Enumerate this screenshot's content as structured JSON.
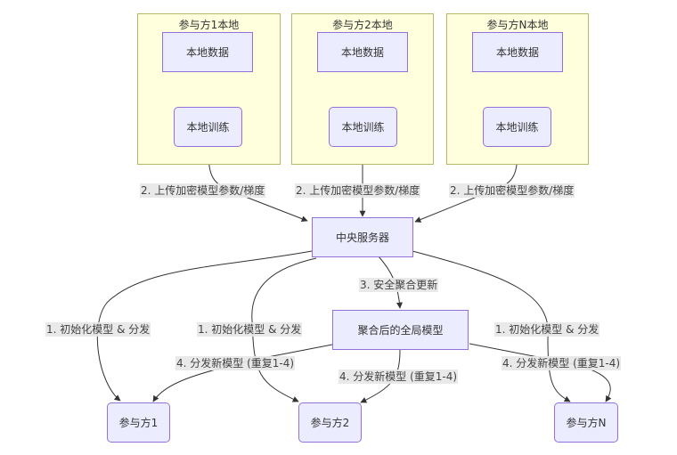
{
  "diagram": {
    "clusters": [
      {
        "id": "c1",
        "title": "参与方1本地",
        "data_node": "本地数据",
        "train_node": "本地训练"
      },
      {
        "id": "c2",
        "title": "参与方2本地",
        "data_node": "本地数据",
        "train_node": "本地训练"
      },
      {
        "id": "cN",
        "title": "参与方N本地",
        "data_node": "本地数据",
        "train_node": "本地训练"
      }
    ],
    "nodes": {
      "server": "中央服务器",
      "global_model": "聚合后的全局模型",
      "p1": "参与方1",
      "p2": "参与方2",
      "pN": "参与方N"
    },
    "edge_labels": {
      "upload": "2. 上传加密模型参数/梯度",
      "aggregate": "3. 安全聚合更新",
      "init": "1. 初始化模型 & 分发",
      "distribute": "4. 分发新模型 (重复1-4)"
    },
    "colors": {
      "node_fill": "#ececff",
      "node_border": "#9370db",
      "cluster_fill": "#ffffde",
      "cluster_border": "#b8b86a",
      "edge": "#333333",
      "label_bg": "#e8e8e8"
    }
  }
}
